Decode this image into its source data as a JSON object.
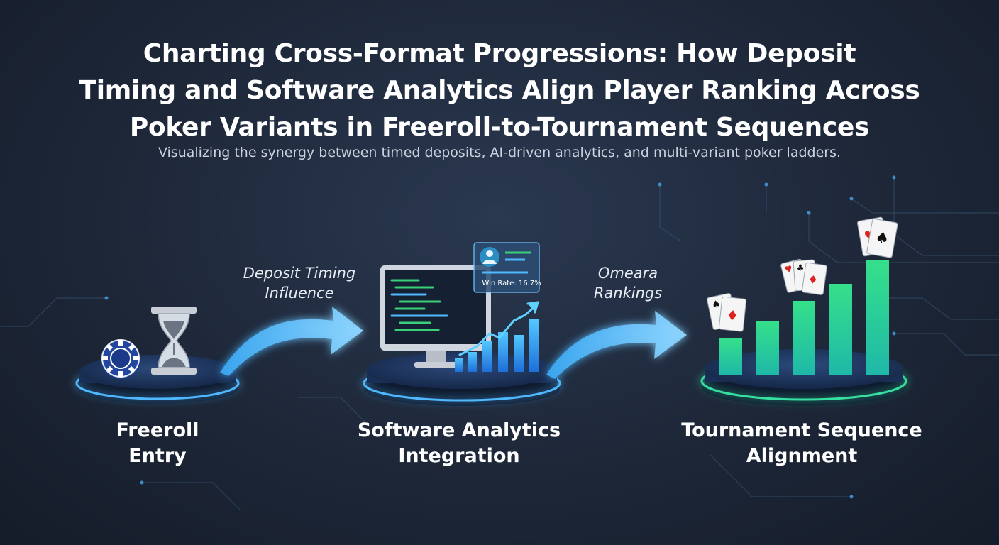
{
  "title": {
    "line1": "Charting Cross-Format Progressions: How Deposit",
    "line2": "Timing and Software Analytics Align Player Ranking  Across",
    "line3": "Poker Variants in Freeroll-to-Tournament Sequences"
  },
  "subtitle": "Visualizing the synergy between timed deposits, AI-driven analytics, and multi-variant poker ladders.",
  "stages": [
    {
      "line1": "Freeroll",
      "line2": "Entry"
    },
    {
      "line1": "Software Analytics",
      "line2": "Integration"
    },
    {
      "line1": "Tournament Sequence",
      "line2": "Alignment"
    }
  ],
  "flows": [
    {
      "line1": "Deposit Timing",
      "line2": "Influence"
    },
    {
      "line1": "Omeara",
      "line2": "Rankings"
    }
  ],
  "analytics_card": {
    "win_rate": "Win Rate: 16.7%"
  },
  "colors": {
    "background": "#1d2738",
    "accent_blue": "#4fb8ff",
    "accent_green": "#2fd08a",
    "chip": "#1b3a8a"
  },
  "icons": [
    "poker-chip-icon",
    "hourglass-icon",
    "monitor-icon",
    "user-avatar-icon",
    "trend-arrow-icon",
    "playing-cards-icon"
  ]
}
